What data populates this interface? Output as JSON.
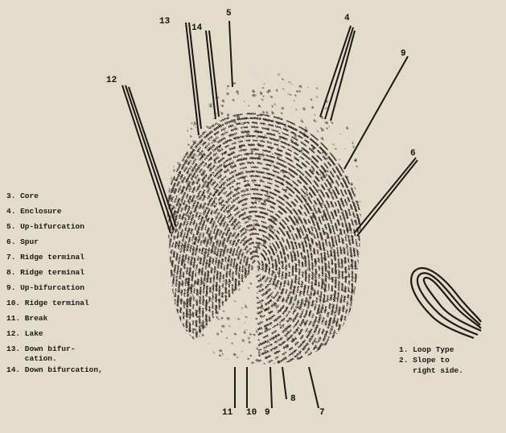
{
  "pointer_numbers": [
    "13",
    "14",
    "5",
    "4",
    "9",
    "12",
    "6",
    "11",
    "10",
    "9",
    "8",
    "7"
  ],
  "legend": [
    "3. Core",
    "4. Enclosure",
    "5. Up-bifurcation",
    "6. Spur",
    "7. Ridge terminal",
    "8. Ridge terminal",
    "9. Up-bifurcation",
    "10. Ridge terminal",
    "11. Break",
    "12. Lake",
    "13. Down bifur-\n    cation.",
    "14. Down bifurcation,"
  ],
  "type_note": {
    "line1": "1. Loop Type",
    "line2": "2. Slope to",
    "line3": "   right side."
  }
}
